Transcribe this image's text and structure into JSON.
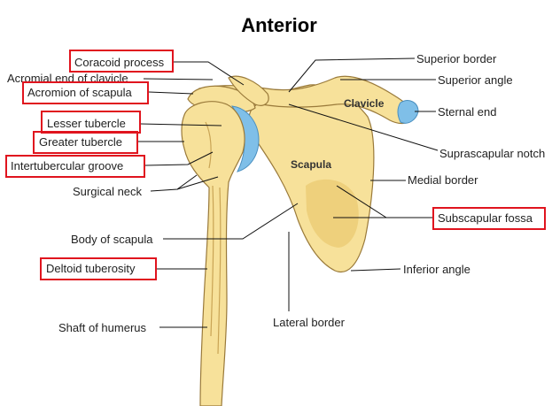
{
  "title": "Anterior",
  "colors": {
    "bone": "#f7e19a",
    "bone_shade": "#e9c96f",
    "cartilage": "#7fbfe8",
    "highlight_box": "#e0141e"
  },
  "labels_left": {
    "coracoid_process": "Coracoid process",
    "acromial_end_of_clavicle": "Acromial end of clavicle",
    "acromion_of_scapula": "Acromion of scapula",
    "lesser_tubercle": "Lesser tubercle",
    "greater_tubercle": "Greater tubercle",
    "intertubercular_groove": "Intertubercular groove",
    "surgical_neck": "Surgical neck",
    "body_of_scapula": "Body of scapula",
    "deltoid_tuberosity": "Deltoid tuberosity",
    "shaft_of_humerus": "Shaft of humerus"
  },
  "labels_right": {
    "superior_border": "Superior border",
    "superior_angle": "Superior angle",
    "sternal_end": "Sternal end",
    "suprascapular_notch": "Suprascapular notch",
    "medial_border": "Medial border",
    "subscapular_fossa": "Subscapular fossa",
    "inferior_angle": "Inferior angle"
  },
  "labels_bottom": {
    "lateral_border": "Lateral border"
  },
  "bone_labels": {
    "clavicle": "Clavicle",
    "scapula": "Scapula"
  },
  "highlighted": [
    "Coracoid process",
    "Acromion of scapula",
    "Lesser tubercle",
    "Greater tubercle",
    "Intertubercular groove",
    "Deltoid tuberosity",
    "Subscapular fossa"
  ]
}
